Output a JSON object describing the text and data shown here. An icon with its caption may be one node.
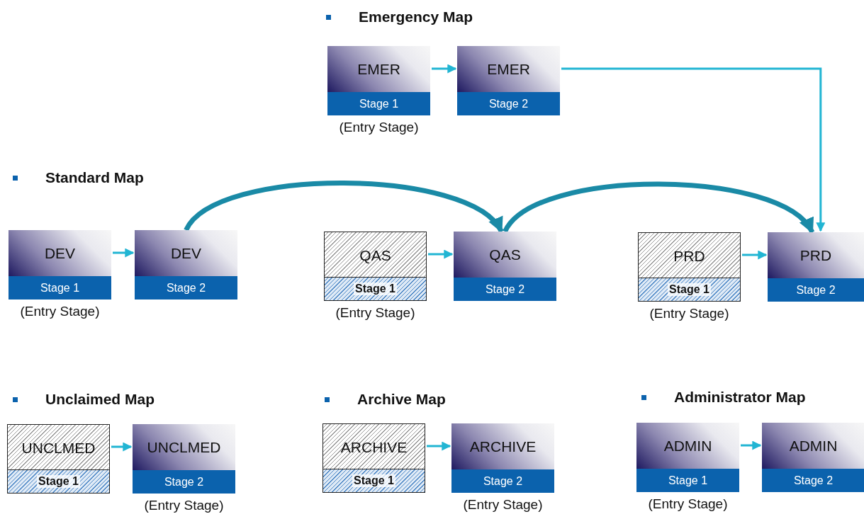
{
  "diagram": {
    "nodes": [
      {
        "text": [
          "EMER",
          "Stage 1"
        ],
        "beside": [
          "(Entry Stage)"
        ]
      },
      {
        "text": [
          "EMER",
          "Stage 2"
        ]
      },
      {
        "text": [
          "DEV",
          "Stage 1"
        ],
        "beside": [
          "(Entry Stage)"
        ]
      },
      {
        "text": [
          "DEV",
          "Stage 2"
        ]
      },
      {
        "text": [
          "QAS",
          "Stage 1"
        ],
        "beside": [
          "(Entry Stage)"
        ]
      },
      {
        "text": [
          "QAS",
          "Stage 2"
        ]
      },
      {
        "text": [
          "PRD",
          "Stage 1"
        ],
        "beside": [
          "(Entry Stage)"
        ]
      },
      {
        "text": [
          "PRD",
          "Stage 2"
        ]
      },
      {
        "text": [
          "UNCLMED",
          "Stage 1"
        ]
      },
      {
        "text": [
          "UNCLMED",
          "Stage 2"
        ],
        "beside": [
          "(Entry Stage)"
        ]
      },
      {
        "text": [
          "ARCHIVE",
          "Stage 1"
        ]
      },
      {
        "text": [
          "ARCHIVE",
          "Stage 2"
        ],
        "beside": [
          "(Entry Stage)"
        ]
      },
      {
        "text": [
          "ADMIN",
          "Stage 1"
        ],
        "beside": [
          "(Entry Stage)"
        ]
      },
      {
        "text": [
          "ADMIN",
          "Stage 2"
        ]
      }
    ],
    "edges": [
      {
        "from": 0,
        "to": 1,
        "arrow": "to"
      },
      {
        "from": 1,
        "to": 7,
        "arrow": "to"
      },
      {
        "from": 2,
        "to": 3,
        "arrow": "to"
      },
      {
        "from": 3,
        "to": 5,
        "arrow": "to",
        "style": "thick",
        "color": "#1a8aa6"
      },
      {
        "from": 4,
        "to": 5,
        "arrow": "to"
      },
      {
        "from": 5,
        "to": 7,
        "arrow": "to",
        "style": "thick",
        "color": "#1a8aa6"
      },
      {
        "from": 6,
        "to": 7,
        "arrow": "to"
      },
      {
        "from": 8,
        "to": 9,
        "arrow": "to"
      },
      {
        "from": 10,
        "to": 11,
        "arrow": "to"
      },
      {
        "from": 12,
        "to": 13,
        "arrow": "to"
      }
    ],
    "labels": [
      "Emergency Map",
      "Standard Map",
      "Unclaimed Map",
      "Archive Map",
      "Administrator Map"
    ]
  }
}
